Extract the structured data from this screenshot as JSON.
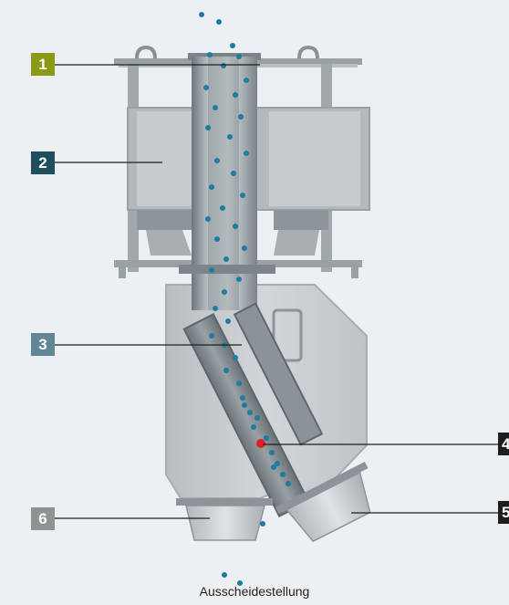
{
  "callouts": [
    {
      "id": "1",
      "color": "#8a9a16"
    },
    {
      "id": "2",
      "color": "#1f4e5f"
    },
    {
      "id": "3",
      "color": "#5f8796"
    },
    {
      "id": "4",
      "color": "#1e1e1e"
    },
    {
      "id": "5",
      "color": "#1e1e1e"
    },
    {
      "id": "6",
      "color": "#8e9293"
    }
  ],
  "caption": "Ausscheidestellung",
  "colors": {
    "background": "#edf0f2",
    "particle": "#1b7ea0",
    "reject_particle": "#e31e24",
    "frame": "#8f979c",
    "housing": "#c9cdd0"
  }
}
